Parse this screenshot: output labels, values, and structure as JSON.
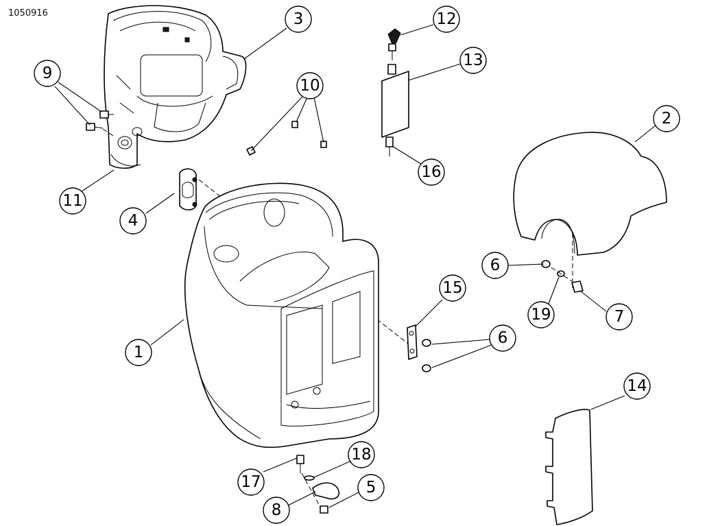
{
  "document_id": "1050916",
  "callouts": [
    "1",
    "2",
    "3",
    "4",
    "5",
    "6",
    "6",
    "7",
    "8",
    "9",
    "10",
    "11",
    "12",
    "13",
    "14",
    "15",
    "16",
    "17",
    "18",
    "19"
  ]
}
